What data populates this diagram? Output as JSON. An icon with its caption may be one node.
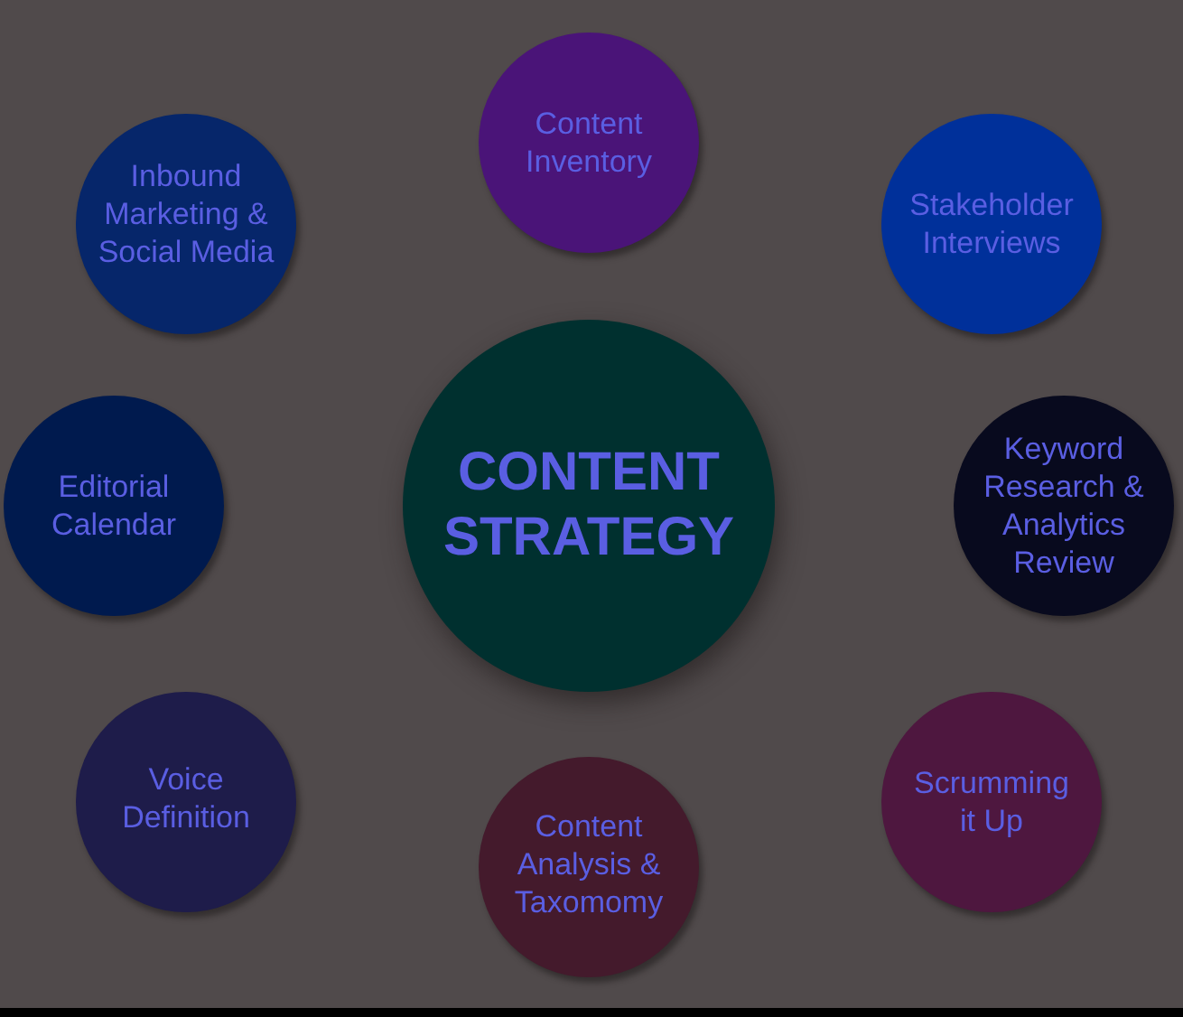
{
  "diagram": {
    "nodes": [
      {
        "text": [
          "Content Inventory"
        ]
      },
      {
        "text": [
          "Inbound Marketing & Social Media"
        ]
      },
      {
        "text": [
          "Stakeholder Interviews"
        ]
      },
      {
        "text": [
          "Editorial Calendar"
        ]
      },
      {
        "text": [
          "CONTENT STRATEGY"
        ]
      },
      {
        "text": [
          "Keyword Research & Analytics Review"
        ]
      },
      {
        "text": [
          "Voice Definition"
        ]
      },
      {
        "text": [
          "Scrumming it Up"
        ]
      },
      {
        "text": [
          "Content Analysis & Taxomomy"
        ]
      }
    ]
  }
}
